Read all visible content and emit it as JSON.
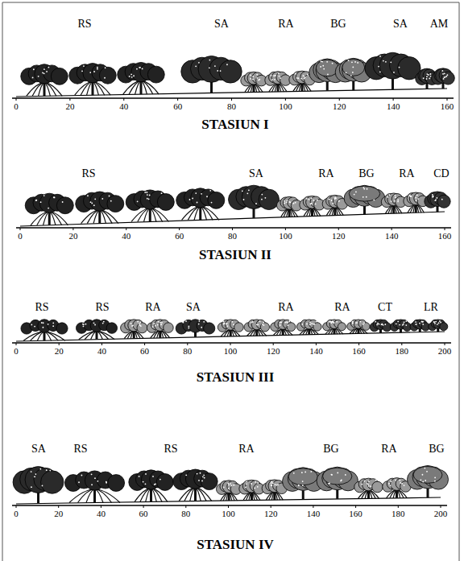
{
  "diagram": {
    "labels": [
      "RS",
      "SA",
      "RA",
      "BG",
      "SA",
      "AM",
      "0",
      "20",
      "40",
      "60",
      "80",
      "100",
      "120",
      "140",
      "160",
      "STASIUN I",
      "RS",
      "SA",
      "RA",
      "BG",
      "RA",
      "CD",
      "0",
      "20",
      "40",
      "60",
      "80",
      "100",
      "120",
      "140",
      "160",
      "STASIUN II",
      "RS",
      "RS",
      "RA",
      "SA",
      "RA",
      "RA",
      "CT",
      "LR",
      "0",
      "20",
      "40",
      "60",
      "80",
      "100",
      "120",
      "140",
      "160",
      "180",
      "200",
      "STASIUN III",
      "SA",
      "RS",
      "RS",
      "RA",
      "BG",
      "RA",
      "BG",
      "0",
      "20",
      "40",
      "60",
      "80",
      "100",
      "120",
      "140",
      "160",
      "180",
      "200",
      "STASIUN IV"
    ]
  }
}
